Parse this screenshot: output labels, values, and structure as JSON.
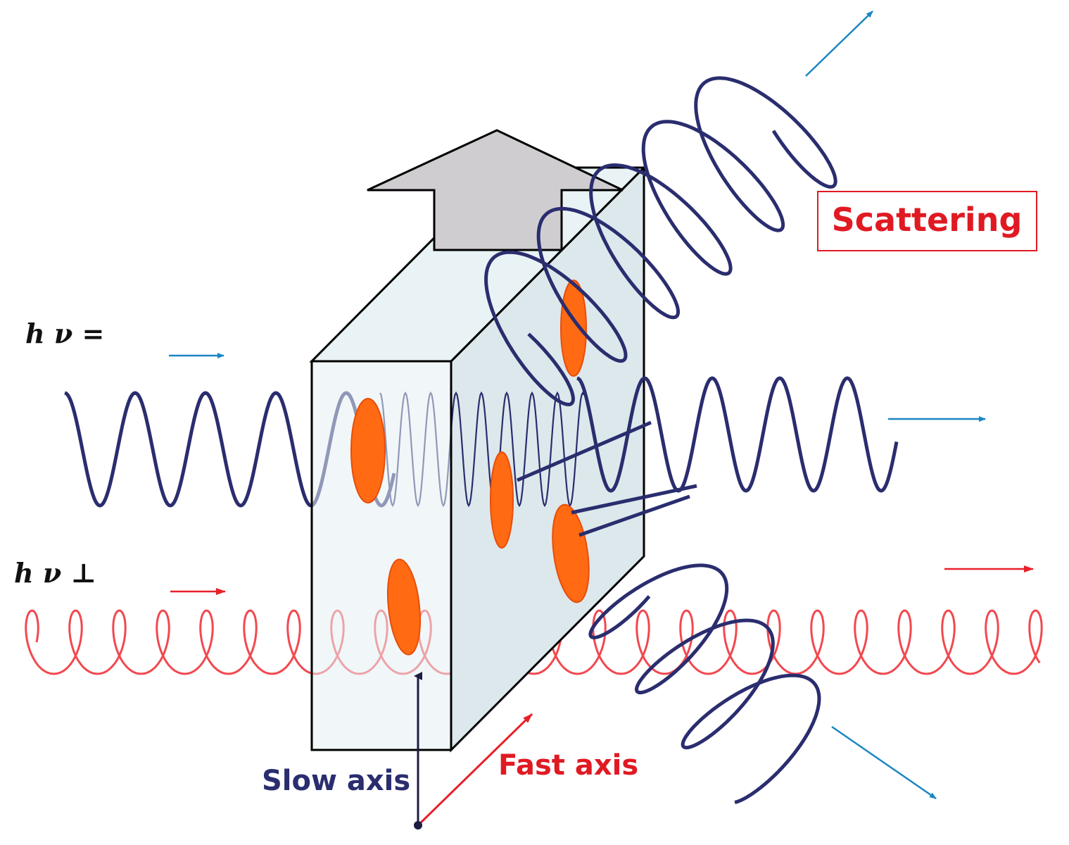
{
  "labels": {
    "h_nu_parallel": "h ν =",
    "h_nu_perp": "h ν ⊥",
    "scattering": "Scattering",
    "slow_axis": "Slow axis",
    "fast_axis": "Fast axis"
  },
  "colors": {
    "wave_navy": "#2a2d6e",
    "wave_red": "#f2484f",
    "arrow_blue": "#1a86c2",
    "arrow_red": "#e8202a",
    "block_fill": "#dde8ec",
    "block_front": "#e6f1f4",
    "ellipse": "#ff6a13",
    "scatter_red": "#e01a23",
    "up_arrow": "#cfcdd0"
  },
  "icons": {
    "up_arrow": "block-arrow-up-icon",
    "direction_arrows": "arrow-icon"
  }
}
